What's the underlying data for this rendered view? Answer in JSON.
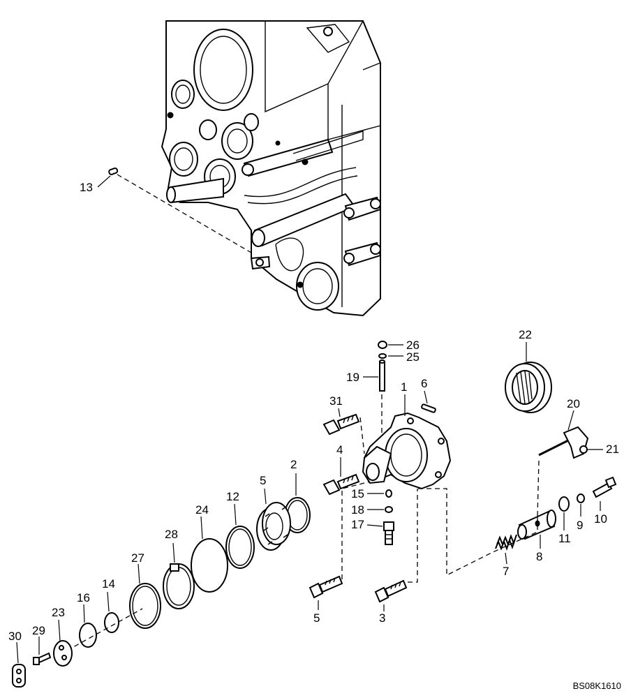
{
  "diagram": {
    "reference_code": "BS08K1610",
    "callouts": [
      {
        "id": "c13",
        "text": "13"
      },
      {
        "id": "c26",
        "text": "26"
      },
      {
        "id": "c25",
        "text": "25"
      },
      {
        "id": "c22",
        "text": "22"
      },
      {
        "id": "c19",
        "text": "19"
      },
      {
        "id": "c1",
        "text": "1"
      },
      {
        "id": "c6",
        "text": "6"
      },
      {
        "id": "c31",
        "text": "31"
      },
      {
        "id": "c20",
        "text": "20"
      },
      {
        "id": "c21",
        "text": "21"
      },
      {
        "id": "c4",
        "text": "4"
      },
      {
        "id": "c2",
        "text": "2"
      },
      {
        "id": "c5a",
        "text": "5"
      },
      {
        "id": "c12",
        "text": "12"
      },
      {
        "id": "c24",
        "text": "24"
      },
      {
        "id": "c15",
        "text": "15"
      },
      {
        "id": "c18",
        "text": "18"
      },
      {
        "id": "c17",
        "text": "17"
      },
      {
        "id": "c10",
        "text": "10"
      },
      {
        "id": "c9",
        "text": "9"
      },
      {
        "id": "c11",
        "text": "11"
      },
      {
        "id": "c8",
        "text": "8"
      },
      {
        "id": "c7",
        "text": "7"
      },
      {
        "id": "c28",
        "text": "28"
      },
      {
        "id": "c27",
        "text": "27"
      },
      {
        "id": "c14",
        "text": "14"
      },
      {
        "id": "c16",
        "text": "16"
      },
      {
        "id": "c23",
        "text": "23"
      },
      {
        "id": "c29",
        "text": "29"
      },
      {
        "id": "c30",
        "text": "30"
      },
      {
        "id": "c5b",
        "text": "5"
      },
      {
        "id": "c3",
        "text": "3"
      }
    ]
  }
}
